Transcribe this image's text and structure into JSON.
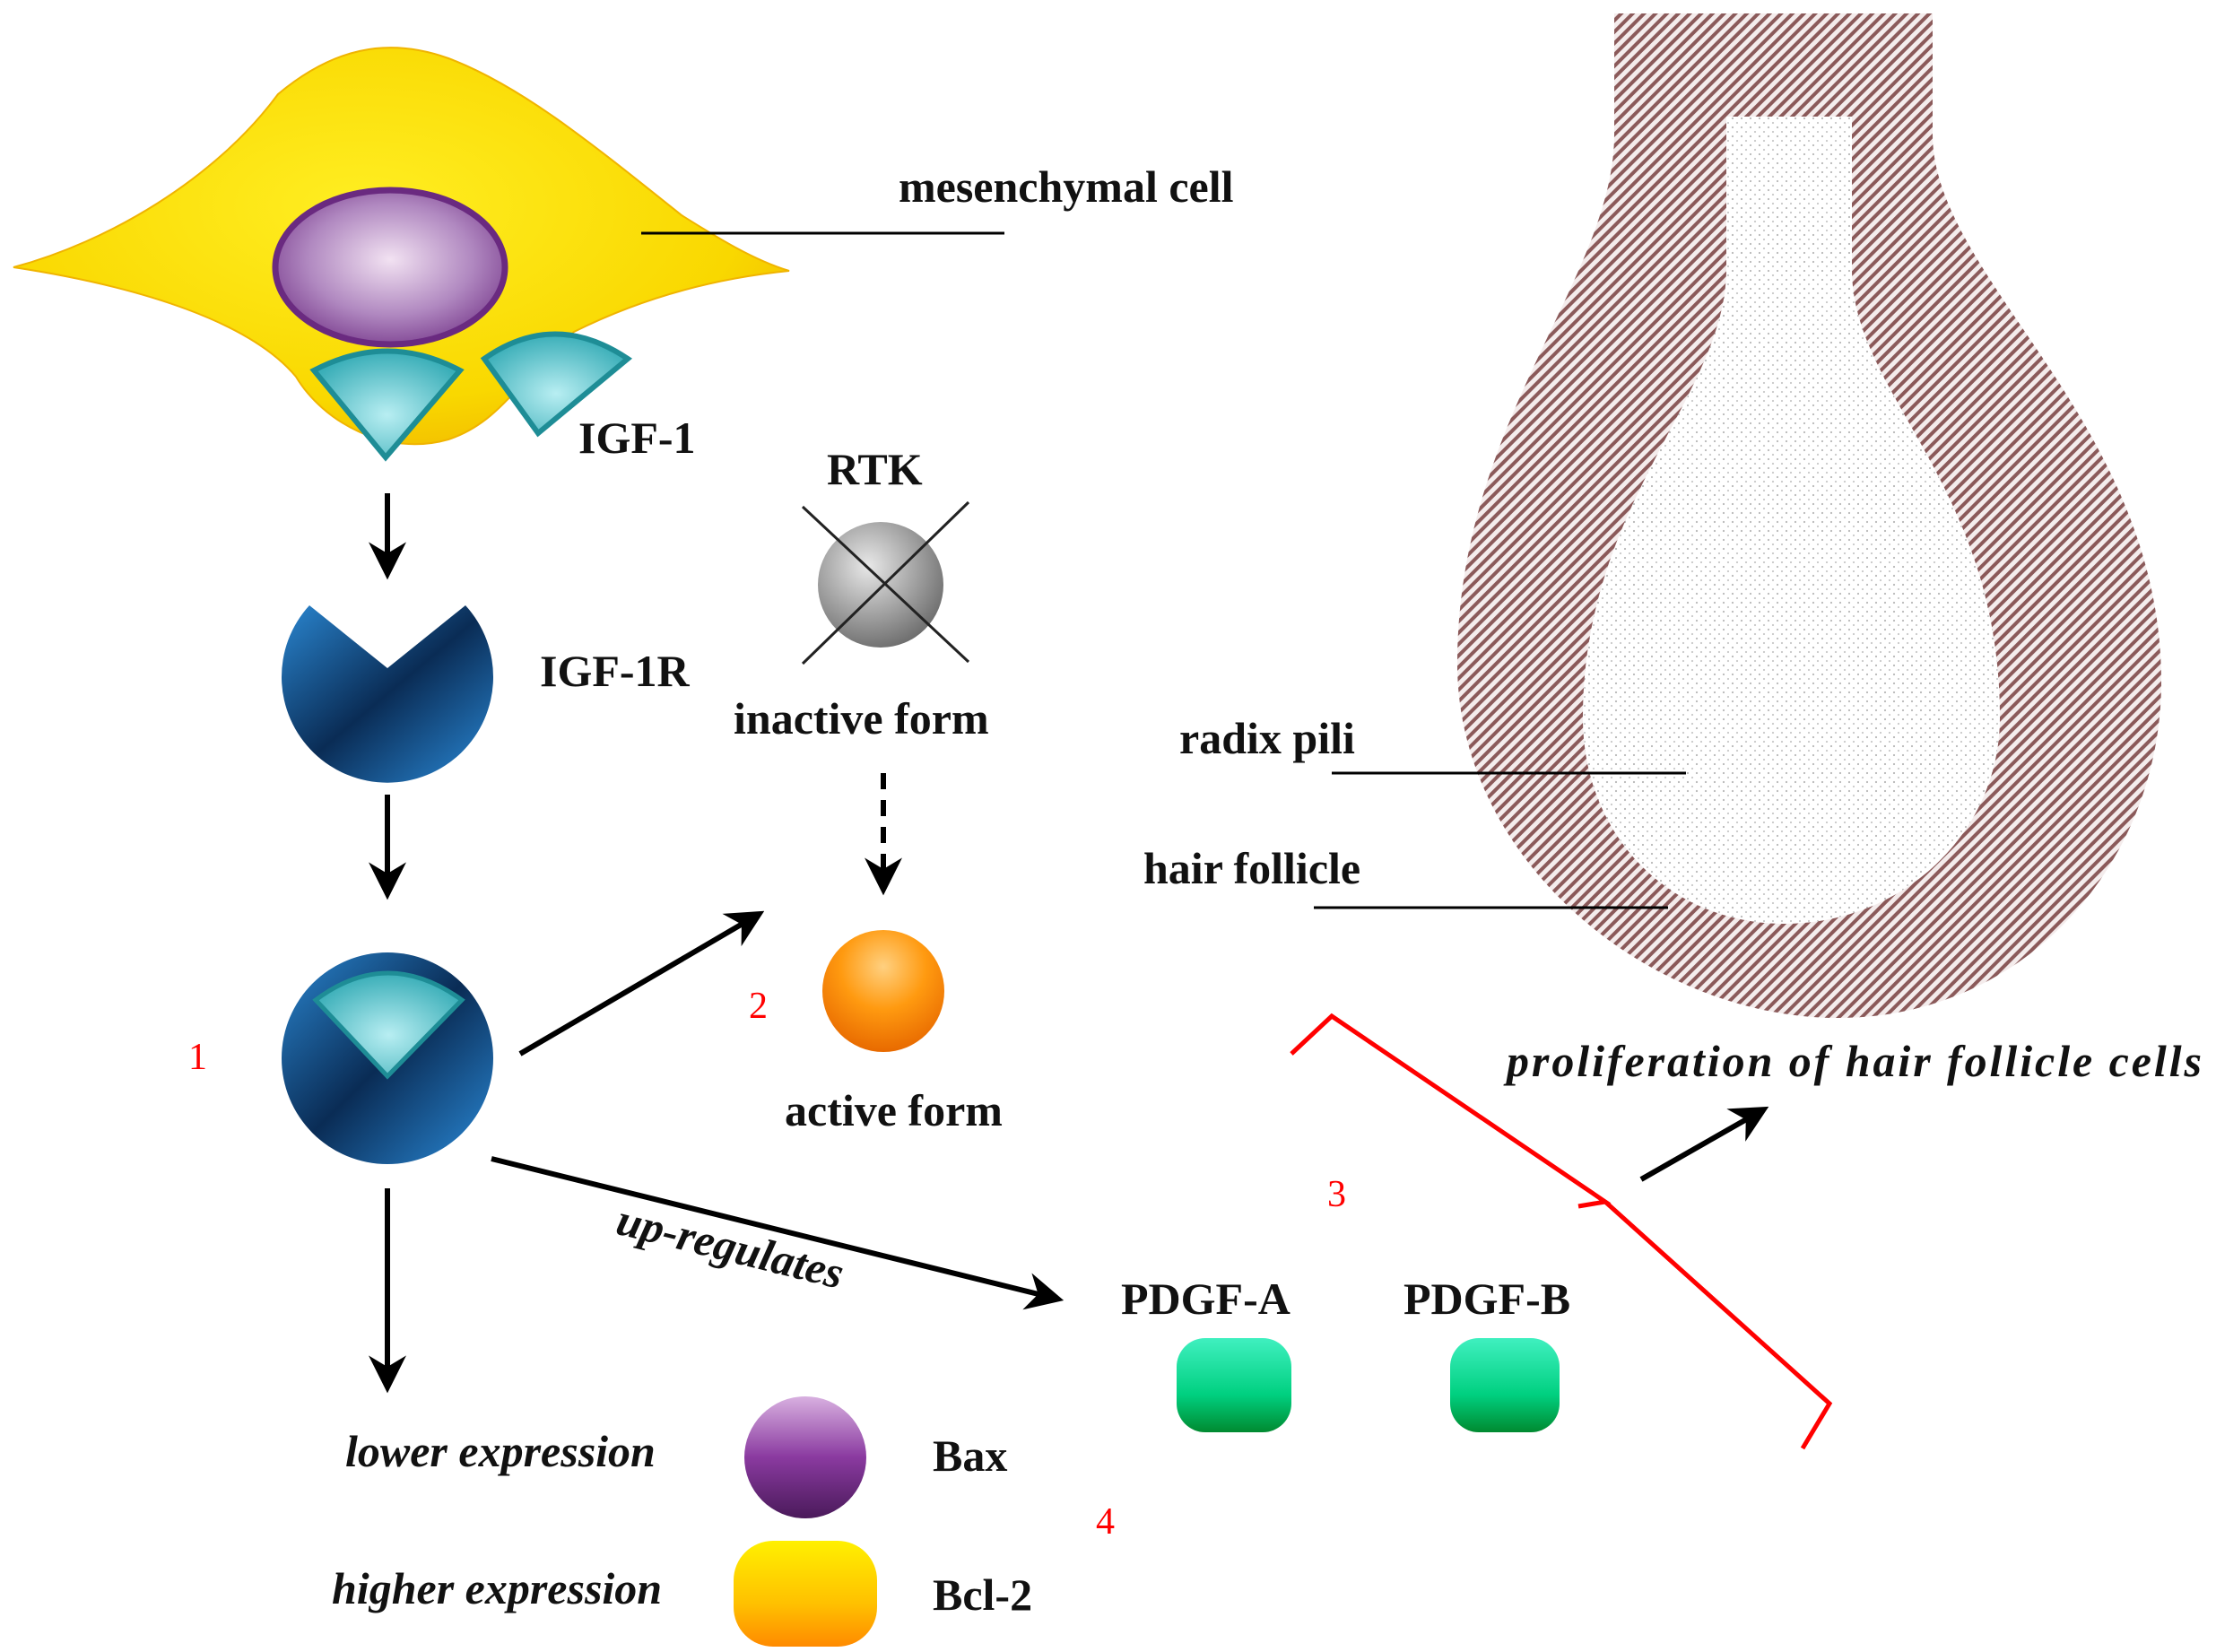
{
  "labels": {
    "mesenchymal_cell": "mesenchymal cell",
    "igf1": "IGF-1",
    "rtk": "RTK",
    "igf1r": "IGF-1R",
    "inactive_form": "inactive form",
    "active_form": "active form",
    "radix_pili": "radix pili",
    "hair_follicle": "hair follicle",
    "proliferation": "proliferation  of hair  follicle cells",
    "up_regulates": "up-regulates",
    "pdgf_a": "PDGF-A",
    "pdgf_b": "PDGF-B",
    "lower_expression": "lower expression",
    "higher_expression": "higher expression",
    "bax": "Bax",
    "bcl2": "Bcl-2"
  },
  "step_numbers": {
    "one": "1",
    "two": "2",
    "three": "3",
    "four": "4"
  },
  "colors": {
    "cell": "#f9d800",
    "nucleus": "#8a4a9a",
    "igf1_ligand": "#3fb9c4",
    "receptor": "#1a5a95",
    "rtk_inactive": "#8a8a8a",
    "rtk_active": "#ff8c00",
    "pdgf": "#00d07a",
    "bax": "#7a3a8a",
    "bcl2": "#ffc000",
    "follicle_hatch": "#8b5a5a",
    "bracket": "#ff0000",
    "step_number": "#ff0000"
  }
}
